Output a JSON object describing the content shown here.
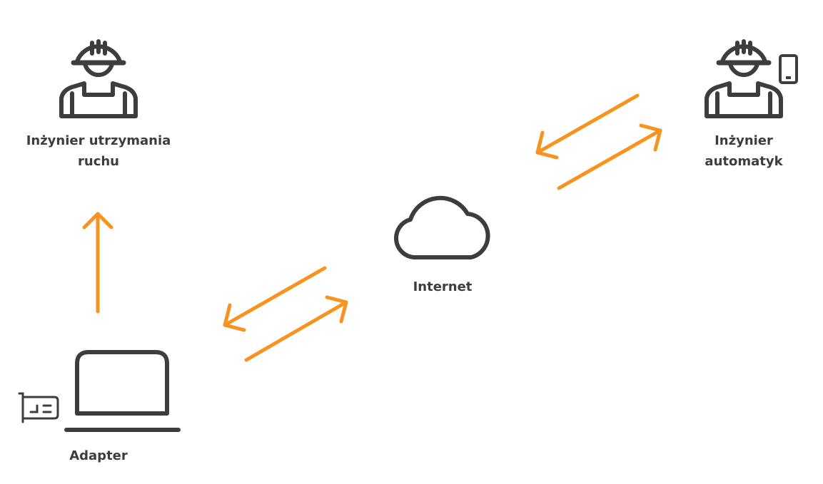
{
  "nodes": {
    "maintenance_engineer": "Inżynier utrzymania ruchu",
    "automation_engineer_line1": "Inżynier",
    "automation_engineer_line2": "automatyk",
    "internet": "Internet",
    "adapter": "Adapter"
  },
  "colors": {
    "icon": "#3d3d3d",
    "arrow": "#f7931e"
  }
}
